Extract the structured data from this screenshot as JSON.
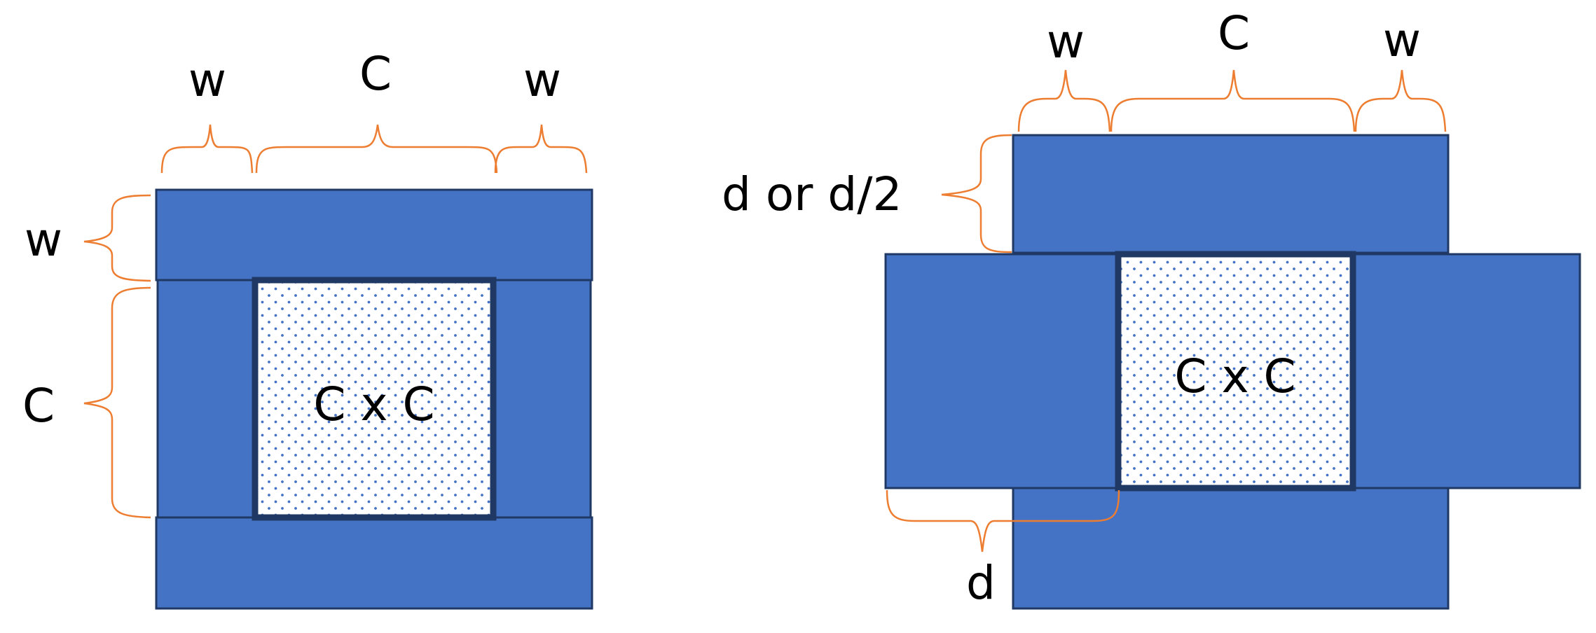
{
  "colors": {
    "fill": "#4472C4",
    "border": "#1F3864",
    "brace": "#ED7D31",
    "dots": "#4472C4",
    "text": "#000000"
  },
  "left_diagram": {
    "top_labels": [
      "w",
      "C",
      "w"
    ],
    "side_labels": [
      "w",
      "C"
    ],
    "center_label": "C x C"
  },
  "right_diagram": {
    "top_labels": [
      "w",
      "C",
      "w"
    ],
    "side_label": "d or d/2",
    "bottom_label": "d",
    "center_label": "C x C"
  }
}
